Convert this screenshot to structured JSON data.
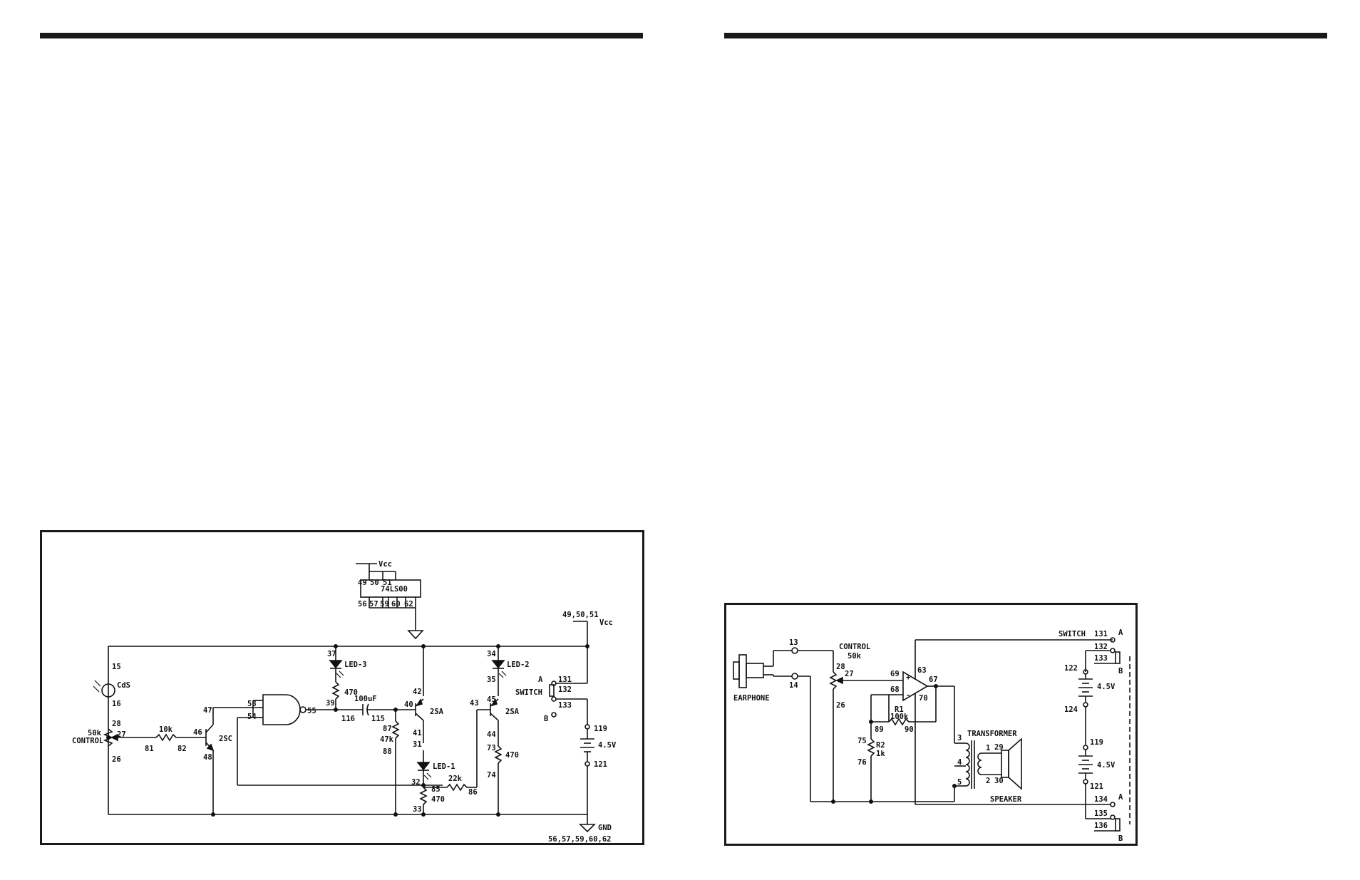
{
  "left_schematic": {
    "vcc_top": "Vcc",
    "ic_label": "74LS00",
    "ic_pins_top": [
      "49",
      "50",
      "51"
    ],
    "ic_pins_bottom": [
      "56",
      "57",
      "59",
      "60",
      "62"
    ],
    "vcc_pins": "49,50,51",
    "vcc_right": "Vcc",
    "gnd_label": "GND",
    "gnd_pins": "56,57,59,60,62",
    "cds_label": "CdS",
    "control_value": "50k",
    "control_label": "CONTROL",
    "r10k": "10k",
    "tr_2sc": "2SC",
    "led3": "LED-3",
    "led2": "LED-2",
    "led1": "LED-1",
    "r470": "470",
    "cap": "100uF",
    "r47k": "47k",
    "r22k": "22k",
    "tr_2sa": "2SA",
    "switch_label": "SWITCH",
    "sw_a": "A",
    "sw_b": "B",
    "battery": "4.5V",
    "nodes": {
      "n15": "15",
      "n16": "16",
      "n28": "28",
      "n27": "27",
      "n26": "26",
      "n81": "81",
      "n82": "82",
      "n46": "46",
      "n47": "47",
      "n48": "48",
      "n53": "53",
      "n54": "54",
      "n55": "55",
      "n37": "37",
      "n39": "39",
      "n116": "116",
      "n115": "115",
      "n40": "40",
      "n42": "42",
      "n41": "41",
      "n31": "31",
      "n87": "87",
      "n88": "88",
      "n32": "32",
      "n85": "85",
      "n33": "33",
      "n86": "86",
      "n34": "34",
      "n35": "35",
      "n45": "45",
      "n43": "43",
      "n44": "44",
      "n73": "73",
      "n74": "74",
      "n131": "131",
      "n132": "132",
      "n133": "133",
      "n119": "119",
      "n121": "121"
    }
  },
  "right_schematic": {
    "earphone": "EARPHONE",
    "control_label": "CONTROL",
    "control_value": "50k",
    "switch_label": "SWITCH",
    "transformer": "TRANSFORMER",
    "speaker": "SPEAKER",
    "r1": "R1",
    "r1_value": "100k",
    "r2": "R2",
    "r2_value": "1k",
    "battery1": "4.5V",
    "battery2": "4.5V",
    "sw_a1": "A",
    "sw_b1": "B",
    "sw_a2": "A",
    "sw_b2": "B",
    "plus": "+",
    "minus": "-",
    "nodes": {
      "n13": "13",
      "n14": "14",
      "n28": "28",
      "n27": "27",
      "n26": "26",
      "n69": "69",
      "n68": "68",
      "n63": "63",
      "n67": "67",
      "n70": "70",
      "n89": "89",
      "n90": "90",
      "n75": "75",
      "n76": "76",
      "n3": "3",
      "n4": "4",
      "n5": "5",
      "n1": "1",
      "n2": "2",
      "n29": "29",
      "n30": "30",
      "n131": "131",
      "n132": "132",
      "n133": "133",
      "n122": "122",
      "n124": "124",
      "n119": "119",
      "n121": "121",
      "n134": "134",
      "n135": "135",
      "n136": "136"
    }
  }
}
